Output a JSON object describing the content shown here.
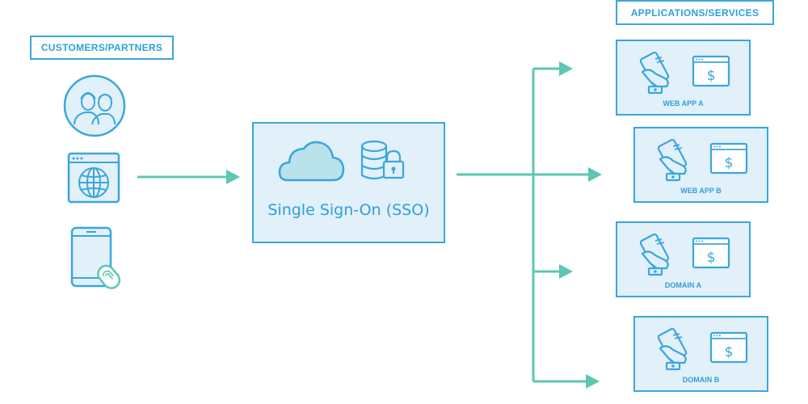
{
  "labels": {
    "customers": "CUSTOMERS/PARTNERS",
    "applications": "APPLICATIONS/SERVICES"
  },
  "sso": {
    "title": "Single Sign-On (SSO)"
  },
  "apps": [
    {
      "label": "WEB APP A"
    },
    {
      "label": "WEB APP B"
    },
    {
      "label": "DOMAIN A"
    },
    {
      "label": "DOMAIN B"
    }
  ],
  "icons": {
    "customers": [
      "people-icon",
      "browser-globe-icon",
      "mobile-fingerprint-icon"
    ],
    "sso": [
      "cloud-icon",
      "database-lock-icon"
    ],
    "app": [
      "hand-phone-icon",
      "payment-window-icon"
    ]
  },
  "colors": {
    "accent": "#3aa6dc",
    "fill": "#e2f0fa",
    "arrow": "#5cc7b2",
    "cloud": "#b9e2ea"
  }
}
